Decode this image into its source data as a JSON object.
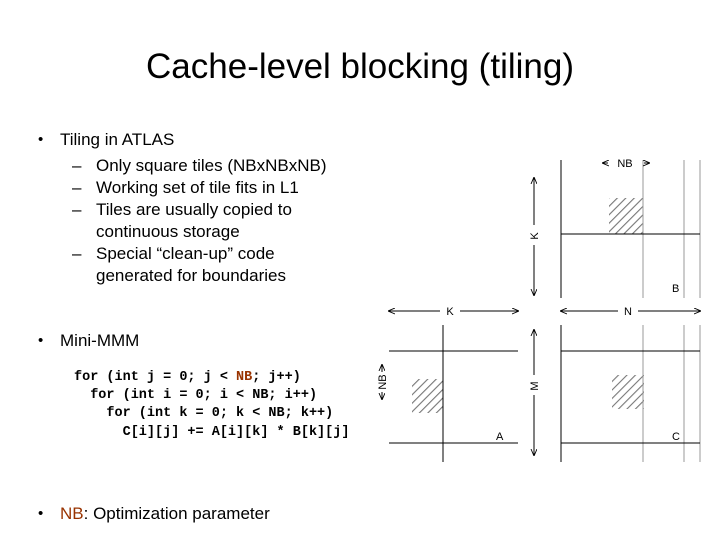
{
  "slide": {
    "title": "Cache-level blocking (tiling)",
    "accent_color": "#993300",
    "ink_color": "#000000",
    "background_color": "#ffffff"
  },
  "bullets": {
    "tiling": {
      "label": "Tiling in ATLAS",
      "marker": "•",
      "sub_marker": "–",
      "sub_items": [
        "Only square tiles (NBxNBxNB)",
        "Working set of tile fits in L1",
        "Tiles are usually copied to",
        "continuous storage",
        "Special “clean-up” code",
        "generated for boundaries"
      ]
    },
    "mini_mmm": {
      "label": "Mini-MMM",
      "marker": "•"
    },
    "nb_note": {
      "marker": "•",
      "accent_text": "NB",
      "rest_text": ": Optimization parameter"
    }
  },
  "code": {
    "line1_a": "for (int j = 0; j < ",
    "line1_nb": "NB",
    "line1_b": "; j++)",
    "line2": "  for (int i = 0; i < NB; i++)",
    "line3": "    for (int k = 0; k < NB; k++)",
    "line4": "      C[i][j] += A[i][k] * B[k][j]"
  },
  "diagram": {
    "labels": {
      "nb_top": "NB",
      "nb_left": "NB",
      "k_vertical": "K",
      "k_horizontal": "K",
      "n_horizontal": "N",
      "m_vertical": "M",
      "matrix_a": "A",
      "matrix_b": "B",
      "matrix_c": "C"
    }
  }
}
